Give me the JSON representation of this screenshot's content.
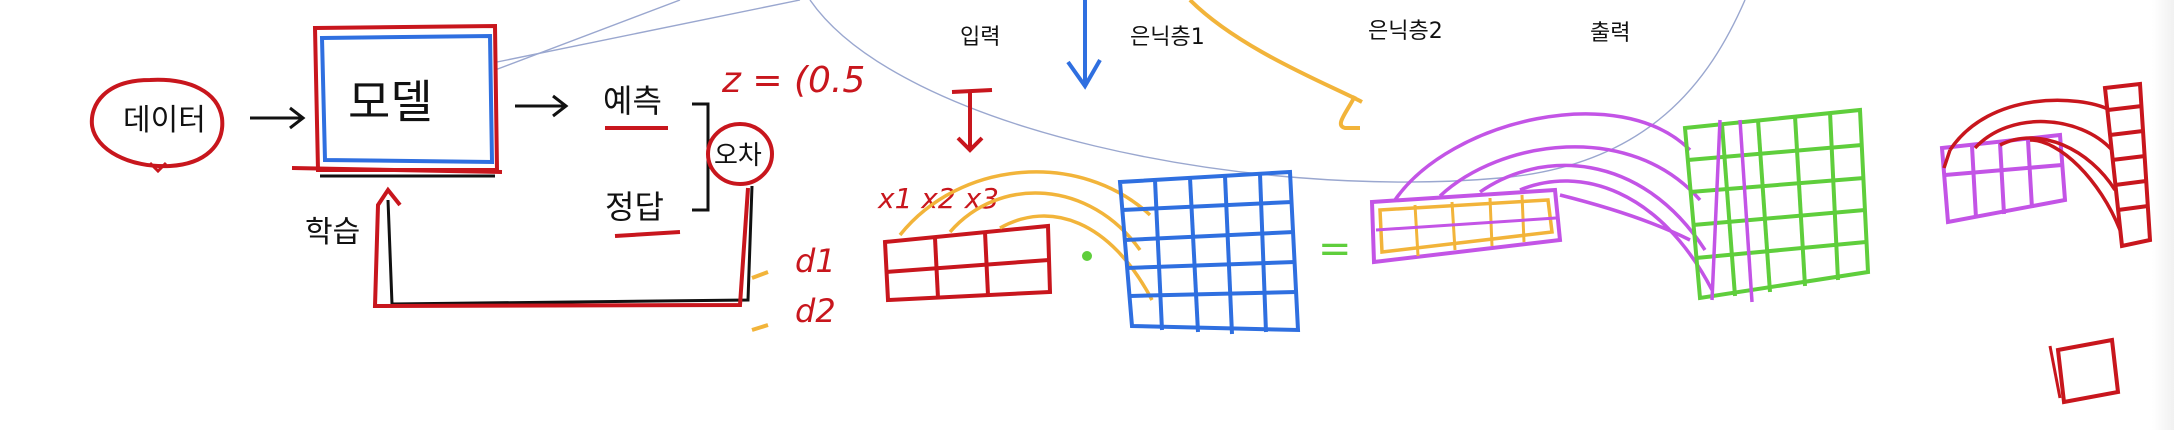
{
  "colors": {
    "red": "#c8161d",
    "blue": "#2f6fe0",
    "yellow": "#f2b43a",
    "green": "#5fce3c",
    "purple": "#c354e6",
    "black": "#111111",
    "guide": "#9aa7cf"
  },
  "labels": {
    "data": "데이터",
    "model": "모델",
    "prediction": "예측",
    "answer": "정답",
    "error": "오차",
    "learning": "학습",
    "z_formula": "z = (0.5",
    "x_inputs": "x1 x2 x3",
    "d1": "d1",
    "d2": "d2",
    "equals": "=",
    "input_layer": "입력",
    "hidden1": "은닉층1",
    "hidden2": "은닉층2",
    "output_layer": "출력"
  }
}
